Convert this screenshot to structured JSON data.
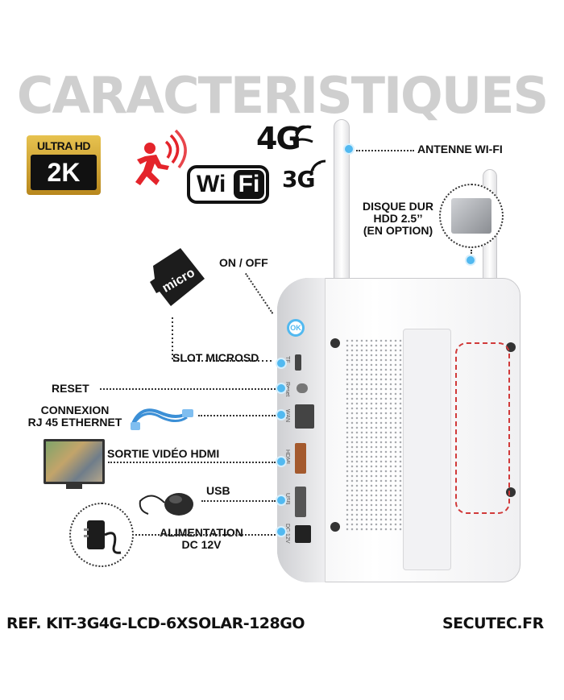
{
  "title": "CARACTERISTIQUES",
  "badges": {
    "ultra_hd_top": "ULTRA HD",
    "ultra_hd_main": "2K",
    "wifi_left": "Wi",
    "wifi_right": "Fi",
    "badge_4g": "4G",
    "badge_3g": "3G",
    "icons": [
      "motion-detection-icon",
      "signal-icon"
    ]
  },
  "device": {
    "power_button": "OK",
    "port_labels": [
      "TF",
      "Reset",
      "WAN",
      "HDMI",
      "USB",
      "DC 12V"
    ]
  },
  "labels": {
    "antenna": "ANTENNE WI-FI",
    "hdd_line1": "DISQUE DUR",
    "hdd_line2": "HDD 2.5’’",
    "hdd_line3": "(EN OPTION)",
    "power": "ON / OFF",
    "microsd": "SLOT MICROSD",
    "reset": "RESET",
    "rj45_line1": "CONNEXION",
    "rj45_line2": "RJ 45 ETHERNET",
    "hdmi": "SORTIE VIDÉO HDMI",
    "usb": "USB",
    "power_supply_line1": "ALIMENTATION",
    "power_supply_line2": "DC 12V",
    "microsd_card_text": "micro"
  },
  "footer": {
    "reference": "REF. KIT-3G4G-LCD-6XSOLAR-128GO",
    "brand": "SECUTEC.FR"
  },
  "colors": {
    "accent_blue": "#52b9f0",
    "motion_red": "#e4242b",
    "gold": "#d4a73a",
    "title_grey": "#cfcfcf",
    "hdd_highlight": "#d13a3a"
  }
}
